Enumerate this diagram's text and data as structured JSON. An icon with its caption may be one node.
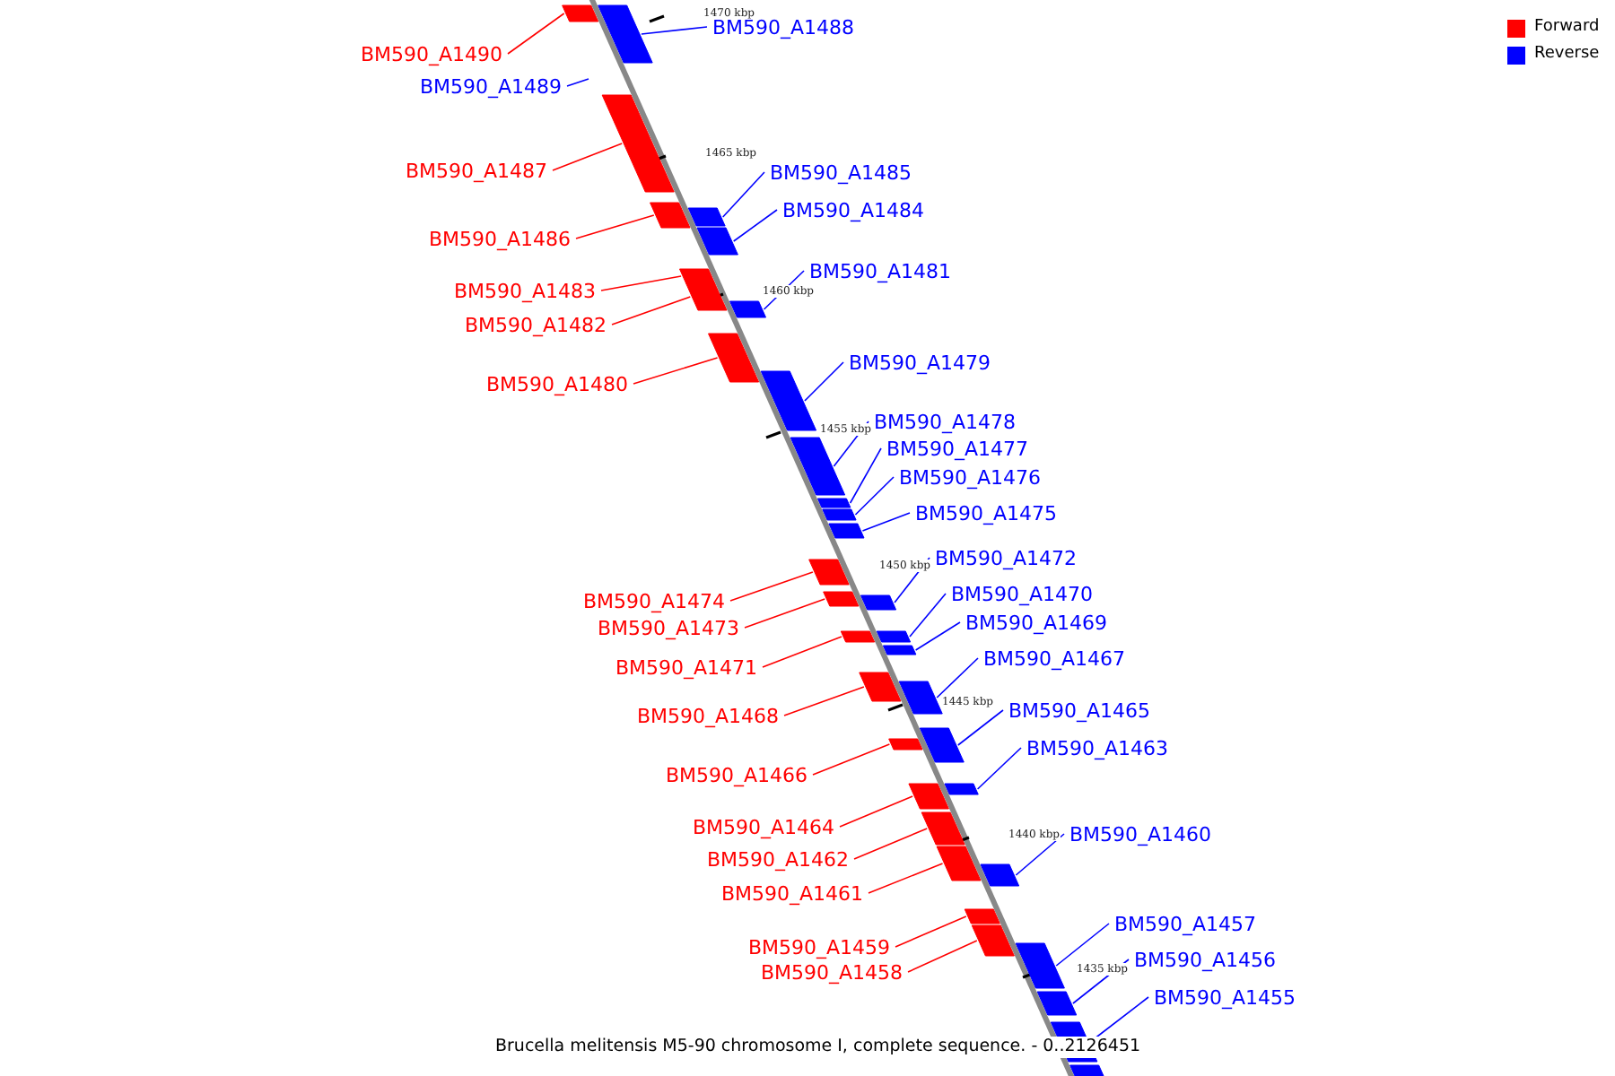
{
  "diagram": {
    "caption": "Brucella melitensis M5-90 chromosome I, complete sequence. - 0..2126451",
    "nodes": [
      {
        "text": [
          "BM590_A1488"
        ]
      },
      {
        "text": [],
        "shape": "box"
      },
      {
        "text": [
          "BM590_A1490"
        ]
      },
      {
        "text": [],
        "shape": "box"
      },
      {
        "text": [
          "BM590_A1489"
        ]
      },
      {
        "text": [
          "BM590_A1487"
        ]
      },
      {
        "text": [],
        "shape": "box"
      },
      {
        "text": [
          "BM590_A1485"
        ]
      },
      {
        "text": [],
        "shape": "box"
      },
      {
        "text": [
          "BM590_A1484"
        ]
      },
      {
        "text": [],
        "shape": "box"
      },
      {
        "text": [
          "BM590_A1486"
        ]
      },
      {
        "text": [],
        "shape": "box"
      },
      {
        "text": [
          "BM590_A1481"
        ]
      },
      {
        "text": [],
        "shape": "box"
      },
      {
        "text": [
          "BM590_A1483"
        ]
      },
      {
        "text": [],
        "shape": "box"
      },
      {
        "text": [
          "BM590_A1482"
        ]
      },
      {
        "text": [],
        "shape": "box"
      },
      {
        "text": [
          "BM590_A1479"
        ]
      },
      {
        "text": [],
        "shape": "box"
      },
      {
        "text": [
          "BM590_A1480"
        ]
      },
      {
        "text": [],
        "shape": "box"
      },
      {
        "text": [
          "BM590_A1478"
        ]
      },
      {
        "text": [],
        "shape": "box"
      },
      {
        "text": [
          "BM590_A1477"
        ]
      },
      {
        "text": [],
        "shape": "box"
      },
      {
        "text": [
          "BM590_A1476"
        ]
      },
      {
        "text": [],
        "shape": "box"
      },
      {
        "text": [
          "BM590_A1475"
        ]
      },
      {
        "text": [],
        "shape": "box"
      },
      {
        "text": [
          "BM590_A1472"
        ]
      },
      {
        "text": [],
        "shape": "box"
      },
      {
        "text": [
          "BM590_A1470"
        ]
      },
      {
        "text": [],
        "shape": "box"
      },
      {
        "text": [
          "BM590_A1474"
        ]
      },
      {
        "text": [],
        "shape": "box"
      },
      {
        "text": [
          "BM590_A1469"
        ]
      },
      {
        "text": [],
        "shape": "box"
      },
      {
        "text": [
          "BM590_A1473"
        ]
      },
      {
        "text": [],
        "shape": "box"
      },
      {
        "text": [
          "BM590_A1467"
        ]
      },
      {
        "text": [],
        "shape": "box"
      },
      {
        "text": [
          "BM590_A1471"
        ]
      },
      {
        "text": [],
        "shape": "box"
      },
      {
        "text": [
          "BM590_A1465"
        ]
      },
      {
        "text": [],
        "shape": "box"
      },
      {
        "text": [
          "BM590_A1468"
        ]
      },
      {
        "text": [],
        "shape": "box"
      },
      {
        "text": [
          "BM590_A1463"
        ]
      },
      {
        "text": [],
        "shape": "box"
      },
      {
        "text": [
          "BM590_A1466"
        ]
      },
      {
        "text": [],
        "shape": "box"
      },
      {
        "text": [
          "BM590_A1464"
        ]
      },
      {
        "text": [],
        "shape": "box"
      },
      {
        "text": [
          "BM590_A1460"
        ]
      },
      {
        "text": [],
        "shape": "box"
      },
      {
        "text": [
          "BM590_A1462"
        ]
      },
      {
        "text": [],
        "shape": "box"
      },
      {
        "text": [
          "BM590_A1461"
        ]
      },
      {
        "text": [],
        "shape": "box"
      },
      {
        "text": [
          "BM590_A1457"
        ]
      },
      {
        "text": [],
        "shape": "box"
      },
      {
        "text": [
          "BM590_A1459"
        ]
      },
      {
        "text": [],
        "shape": "box"
      },
      {
        "text": [
          "BM590_A1456"
        ]
      },
      {
        "text": [],
        "shape": "box"
      },
      {
        "text": [
          "BM590_A1458"
        ]
      },
      {
        "text": [],
        "shape": "box"
      },
      {
        "text": [
          "BM590_A1455"
        ]
      },
      {
        "text": [],
        "shape": "box"
      },
      {
        "text": [],
        "shape": "box"
      }
    ],
    "edges": [
      {
        "from": 0,
        "to": 1,
        "arrow": "none",
        "color": "#0000ff"
      },
      {
        "from": 2,
        "to": 3,
        "arrow": "none",
        "color": "#ff0000"
      },
      {
        "from": 4,
        "to": null,
        "arrow": "none",
        "color": "#0000ff"
      },
      {
        "from": 5,
        "to": 6,
        "arrow": "none",
        "color": "#ff0000"
      },
      {
        "from": 7,
        "to": 8,
        "arrow": "none",
        "color": "#0000ff"
      },
      {
        "from": 9,
        "to": 10,
        "arrow": "none",
        "color": "#0000ff"
      },
      {
        "from": 11,
        "to": 12,
        "arrow": "none",
        "color": "#ff0000"
      },
      {
        "from": 13,
        "to": 14,
        "arrow": "none",
        "color": "#0000ff"
      },
      {
        "from": 15,
        "to": 16,
        "arrow": "none",
        "color": "#ff0000"
      },
      {
        "from": 17,
        "to": 18,
        "arrow": "none",
        "color": "#ff0000"
      },
      {
        "from": 19,
        "to": 20,
        "arrow": "none",
        "color": "#0000ff"
      },
      {
        "from": 21,
        "to": 22,
        "arrow": "none",
        "color": "#ff0000"
      },
      {
        "from": 23,
        "to": 24,
        "arrow": "none",
        "color": "#0000ff"
      },
      {
        "from": 25,
        "to": 26,
        "arrow": "none",
        "color": "#0000ff"
      },
      {
        "from": 27,
        "to": 28,
        "arrow": "none",
        "color": "#0000ff"
      },
      {
        "from": 29,
        "to": 30,
        "arrow": "none",
        "color": "#0000ff"
      },
      {
        "from": 31,
        "to": 32,
        "arrow": "none",
        "color": "#0000ff"
      },
      {
        "from": 33,
        "to": 34,
        "arrow": "none",
        "color": "#0000ff"
      },
      {
        "from": 35,
        "to": 36,
        "arrow": "none",
        "color": "#ff0000"
      },
      {
        "from": 37,
        "to": 38,
        "arrow": "none",
        "color": "#0000ff"
      },
      {
        "from": 39,
        "to": 40,
        "arrow": "none",
        "color": "#ff0000"
      },
      {
        "from": 41,
        "to": 42,
        "arrow": "none",
        "color": "#0000ff"
      },
      {
        "from": 43,
        "to": 44,
        "arrow": "none",
        "color": "#ff0000"
      },
      {
        "from": 45,
        "to": 46,
        "arrow": "none",
        "color": "#0000ff"
      },
      {
        "from": 47,
        "to": 48,
        "arrow": "none",
        "color": "#ff0000"
      },
      {
        "from": 49,
        "to": 50,
        "arrow": "none",
        "color": "#0000ff"
      },
      {
        "from": 51,
        "to": 52,
        "arrow": "none",
        "color": "#ff0000"
      },
      {
        "from": 53,
        "to": 54,
        "arrow": "none",
        "color": "#ff0000"
      },
      {
        "from": 55,
        "to": 56,
        "arrow": "none",
        "color": "#0000ff"
      },
      {
        "from": 57,
        "to": 58,
        "arrow": "none",
        "color": "#ff0000"
      },
      {
        "from": 59,
        "to": 60,
        "arrow": "none",
        "color": "#ff0000"
      },
      {
        "from": 61,
        "to": 62,
        "arrow": "none",
        "color": "#0000ff"
      },
      {
        "from": 63,
        "to": 64,
        "arrow": "none",
        "color": "#ff0000"
      },
      {
        "from": 65,
        "to": 66,
        "arrow": "none",
        "color": "#0000ff"
      },
      {
        "from": 67,
        "to": 68,
        "arrow": "none",
        "color": "#ff0000"
      },
      {
        "from": 69,
        "to": 70,
        "arrow": "none",
        "color": "#0000ff"
      }
    ],
    "labels": [
      "1470 kbp",
      "1465 kbp",
      "1460 kbp",
      "1455 kbp",
      "1450 kbp",
      "1445 kbp",
      "1440 kbp",
      "1435 kbp"
    ],
    "legend": [
      {
        "text": "Forward",
        "color": "#ff0000"
      },
      {
        "text": "Reverse",
        "color": "#0000ff"
      }
    ]
  }
}
